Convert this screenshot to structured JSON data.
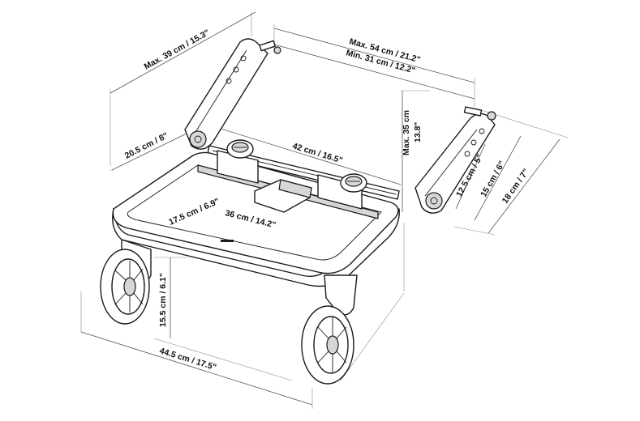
{
  "dimensions": {
    "arm_length": "Max. 39 cm / 15.3\"",
    "width_max": "Max. 54 cm / 21.2\"",
    "width_min": "Min. 31 cm / 12.2\"",
    "height_max": "Max. 35 cm",
    "height_max_in": "13.8\"",
    "arm_base": "20.5 cm / 8\"",
    "bar_width": "42 cm / 16.5\"",
    "platform_depth": "17.5 cm / 6.9\"",
    "platform_width": "36 cm / 14.2\"",
    "connector_small": "12.5 cm / 5\"",
    "connector_mid": "15 cm / 6\"",
    "connector_large": "18 cm / 7\"",
    "wheel_height": "15.5 cm / 6.1\"",
    "total_length": "44.5 cm / 17.5\""
  }
}
